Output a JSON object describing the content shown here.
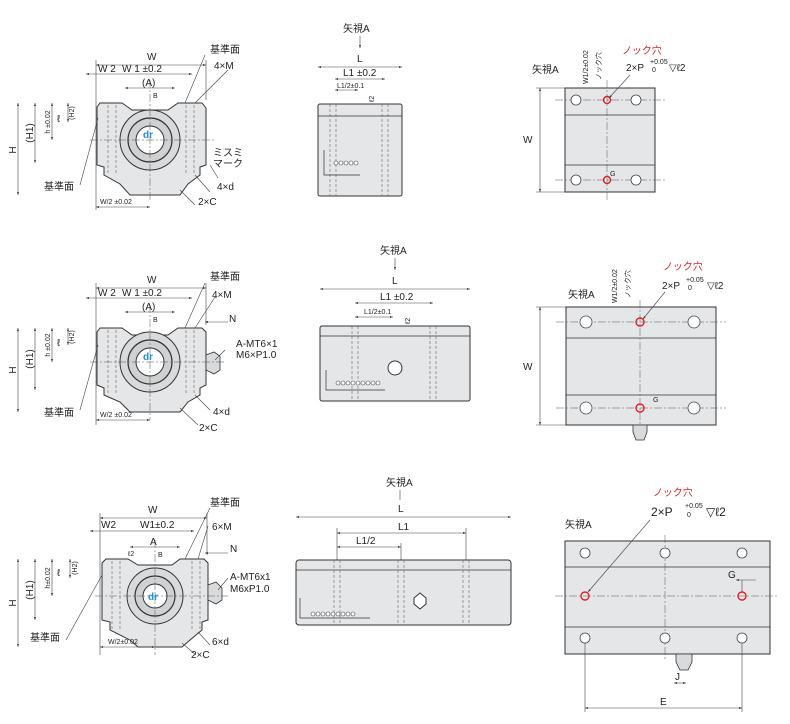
{
  "row1": {
    "front": {
      "W": "W",
      "W2": "W 2",
      "W1": "W 1 ±0.2",
      "A": "(A)",
      "B": "B",
      "ref_top": "基準面",
      "ref_bottom": "基準面",
      "M": "4×M",
      "H": "H",
      "H1": "(H1)",
      "h": "h ±0.02",
      "l": "ℓ",
      "H2": "(H2)",
      "mark": "ミスミ",
      "mark2": "マーク",
      "d": "4×d",
      "C": "2×C",
      "W_half": "W/2  ±0.02",
      "dr": "dr"
    },
    "side": {
      "view": "矢視A",
      "L": "L",
      "L1": "L1 ±0.2",
      "L1_half": "L1/2±0.1",
      "l2": "ℓ2"
    },
    "top": {
      "view": "矢視A",
      "knock": "ノック穴",
      "P": "2×P",
      "tol_up": "+0.05",
      "tol_lo": "0",
      "depth": "▽ℓ2",
      "W1_half": "W1/2±0.02",
      "knock_v": "ノック穴",
      "W": "W",
      "G": "G"
    }
  },
  "row2": {
    "front": {
      "W": "W",
      "W2": "W 2",
      "W1": "W 1 ±0.2",
      "A": "(A)",
      "B": "B",
      "ref_top": "基準面",
      "ref_bottom": "基準面",
      "M": "4×M",
      "N": "N",
      "H": "H",
      "H1": "(H1)",
      "h": "h ±0.02",
      "l": "ℓ",
      "H2": "(H2)",
      "grease": "A-MT6×1",
      "grease2": "M6×P1.0",
      "d": "4×d",
      "C": "2×C",
      "W_half": "W/2  ±0.02",
      "dr": "dr"
    },
    "side": {
      "view": "矢視A",
      "L": "L",
      "L1": "L1 ±0.2",
      "L1_half": "L1/2±0.1",
      "l2": "ℓ2"
    },
    "top": {
      "view": "矢視A",
      "knock": "ノック穴",
      "P": "2×P",
      "tol_up": "+0.05",
      "tol_lo": "0",
      "depth": "▽ℓ2",
      "W1_half": "W1/2±0.02",
      "knock_v": "ノック穴",
      "W": "W",
      "G": "G"
    }
  },
  "row3": {
    "front": {
      "W": "W",
      "W2": "W2",
      "W1": "W1±0.2",
      "A": "A",
      "B": "B",
      "l2": "ℓ2",
      "ref_top": "基準面",
      "ref_bottom": "基準面",
      "M": "6×M",
      "N": "N",
      "H": "H",
      "H1": "(H1)",
      "h": "h±0.02",
      "l": "ℓ",
      "H2": "(H2)",
      "grease": "A-MT6x1",
      "grease2": "M6xP1.0",
      "d": "6×d",
      "C": "2×C",
      "W_half": "W/2±0.02",
      "dr": "dr"
    },
    "side": {
      "view": "矢視A",
      "L": "L",
      "L1": "L1",
      "L1_half": "L1/2"
    },
    "top": {
      "view": "矢視A",
      "knock": "ノック穴",
      "P": "2×P",
      "tol_up": "+0.05",
      "tol_lo": "0",
      "depth": "▽ℓ2",
      "G": "G",
      "J": "J",
      "E": "E"
    }
  },
  "colors": {
    "knock": "#e0202a",
    "dr": "#1e8fd8",
    "body": "#e4e6e8"
  }
}
